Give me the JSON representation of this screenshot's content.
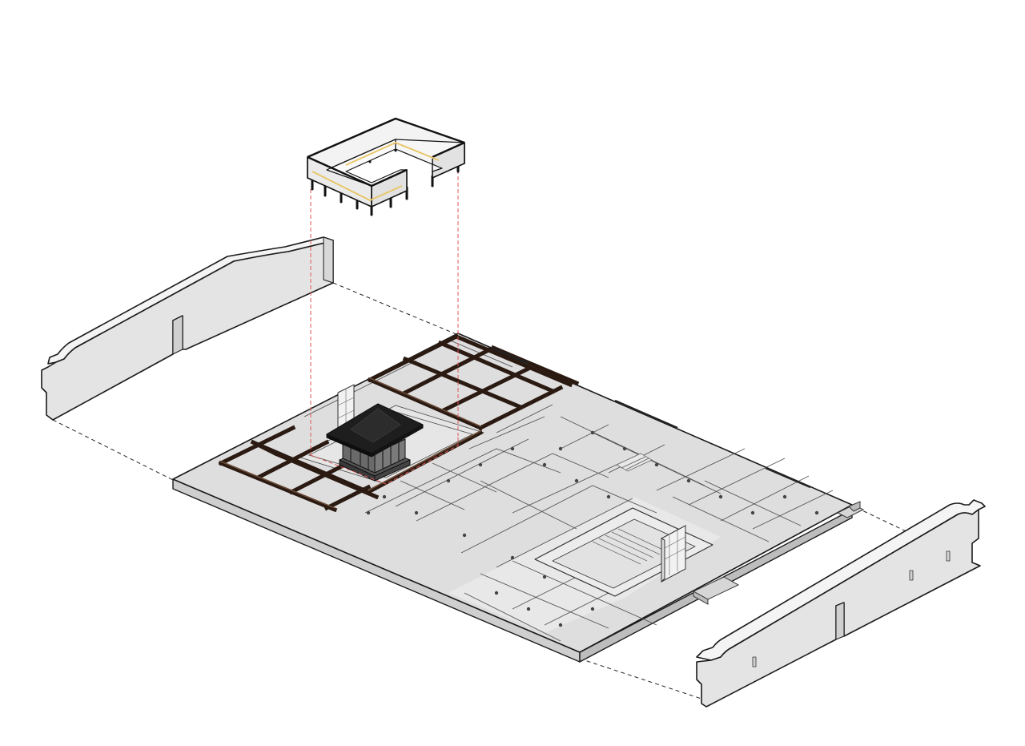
{
  "diagram": {
    "kind": "exploded axonometric architectural drawing",
    "components": [
      "upper-floor-frame",
      "left-gable-wall",
      "ground-floor-plan",
      "courtyard-pavilion",
      "right-gable-wall"
    ],
    "colors": {
      "background": "#ffffff",
      "wall_face": "#e4e4e4",
      "wall_top": "#f4f4f4",
      "floor_slab": "#cfcfcf",
      "floor_plan": "#dedede",
      "timber": "#4a3022",
      "roof": "#1e1e1e",
      "projection_red": "#e05a5a",
      "projection_black": "#222222",
      "accent_yellow": "#e8c66a"
    }
  }
}
